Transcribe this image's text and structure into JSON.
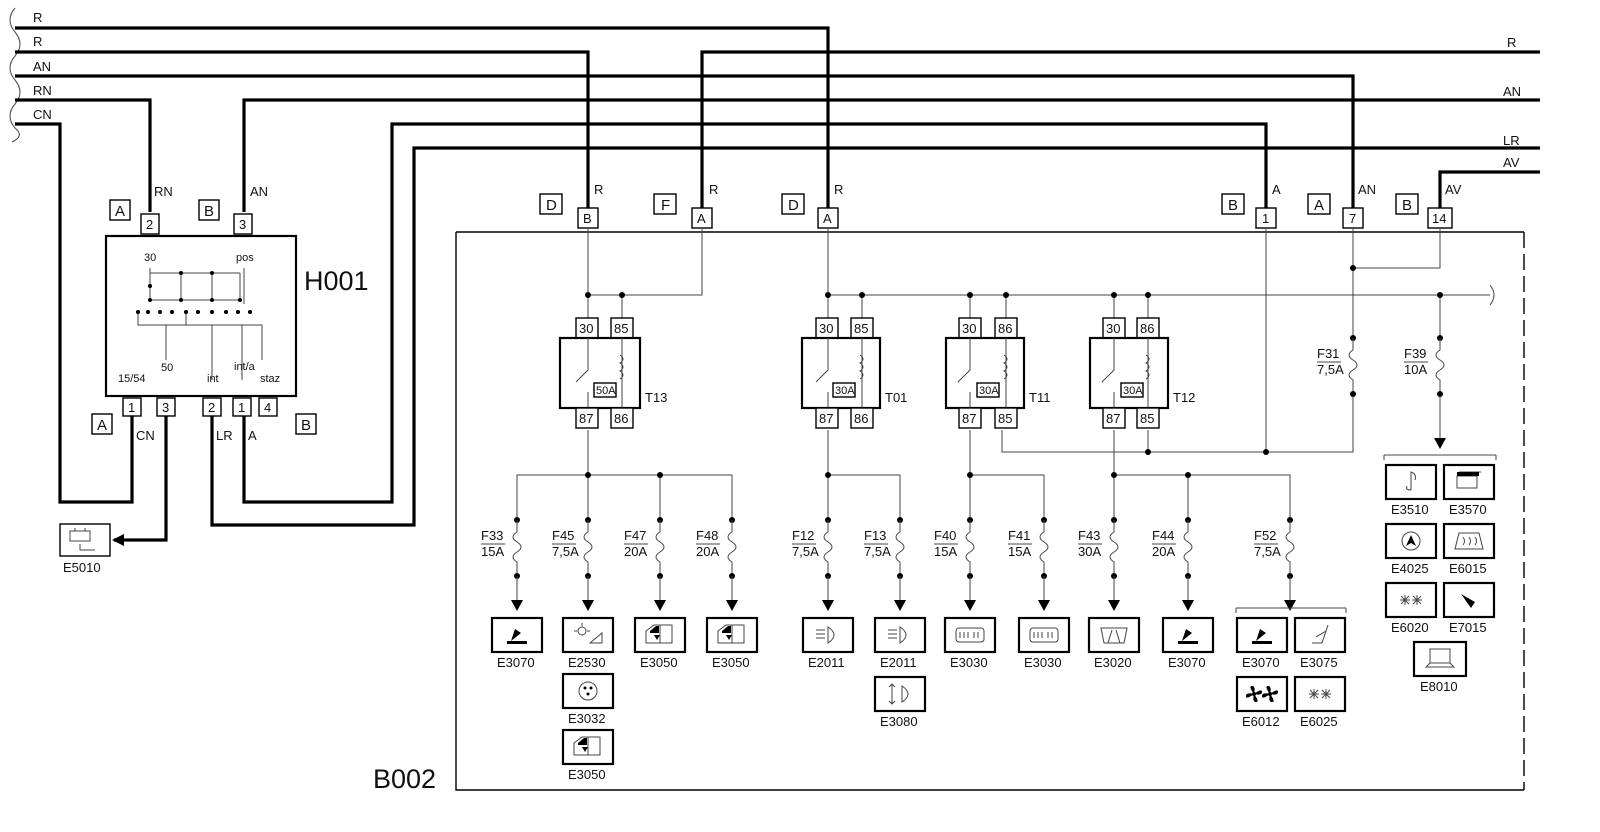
{
  "wires_left": [
    "R",
    "R",
    "AN",
    "RN",
    "CN"
  ],
  "wires_right": [
    "R",
    "AN",
    "LR",
    "AV"
  ],
  "switch": {
    "id": "H001",
    "top_pins": [
      "2",
      "3"
    ],
    "top_wires": [
      "RN",
      "AN"
    ],
    "top_connectors": [
      "A",
      "B"
    ],
    "inner_labels": [
      "30",
      "pos",
      "15/54",
      "50",
      "int",
      "int/a",
      "staz"
    ],
    "bottom_pins": [
      "1",
      "3",
      "2",
      "1",
      "4"
    ],
    "bottom_wires": [
      "CN",
      "LR",
      "A"
    ],
    "bottom_connectors": [
      "A",
      "B"
    ]
  },
  "ground_component": "E5010",
  "box": {
    "id": "B002"
  },
  "connectors": [
    {
      "connector": "D",
      "pin": "B",
      "wire": "R"
    },
    {
      "connector": "F",
      "pin": "A",
      "wire": "R"
    },
    {
      "connector": "D",
      "pin": "A",
      "wire": "R"
    },
    {
      "connector": "B",
      "pin": "1",
      "wire": "A"
    },
    {
      "connector": "A",
      "pin": "7",
      "wire": "AN"
    },
    {
      "connector": "B",
      "pin": "14",
      "wire": "AV"
    }
  ],
  "relays": [
    {
      "id": "T13",
      "pins": [
        "30",
        "85",
        "87",
        "86"
      ],
      "rating": "50A"
    },
    {
      "id": "T01",
      "pins": [
        "30",
        "85",
        "87",
        "86"
      ],
      "rating": "30A"
    },
    {
      "id": "T11",
      "pins": [
        "30",
        "86",
        "87",
        "85"
      ],
      "rating": "30A"
    },
    {
      "id": "T12",
      "pins": [
        "30",
        "86",
        "87",
        "85"
      ],
      "rating": "30A"
    }
  ],
  "fuses": [
    {
      "id": "F33",
      "rating": "15A",
      "loads": [
        "E3070"
      ]
    },
    {
      "id": "F45",
      "rating": "7,5A",
      "loads": [
        "E2530",
        "E3032",
        "E3050"
      ]
    },
    {
      "id": "F47",
      "rating": "20A",
      "loads": [
        "E3050"
      ]
    },
    {
      "id": "F48",
      "rating": "20A",
      "loads": [
        "E3050"
      ]
    },
    {
      "id": "F12",
      "rating": "7,5A",
      "loads": [
        "E2011"
      ]
    },
    {
      "id": "F13",
      "rating": "7,5A",
      "loads": [
        "E2011",
        "E3080"
      ]
    },
    {
      "id": "F40",
      "rating": "15A",
      "loads": [
        "E3030"
      ]
    },
    {
      "id": "F41",
      "rating": "15A",
      "loads": [
        "E3030"
      ]
    },
    {
      "id": "F43",
      "rating": "30A",
      "loads": [
        "E3020"
      ]
    },
    {
      "id": "F44",
      "rating": "20A",
      "loads": [
        "E3070"
      ]
    },
    {
      "id": "F52",
      "rating": "7,5A",
      "loads": [
        "E3070",
        "E3075",
        "E6012",
        "E6025"
      ]
    },
    {
      "id": "F31",
      "rating": "7,5A",
      "loads": []
    },
    {
      "id": "F39",
      "rating": "10A",
      "loads": [
        "E3510",
        "E3570",
        "E4025",
        "E6015",
        "E6020",
        "E7015",
        "E8010"
      ]
    }
  ],
  "icons": {
    "E5010": "battery-icon",
    "E3070": "seat-heater-icon",
    "E2530": "interior-light-icon",
    "E3032": "socket-icon",
    "E3050": "power-window-icon",
    "E2011": "headlamp-icon",
    "E3080": "headlamp-leveling-icon",
    "E3030": "rear-defrost-icon",
    "E3020": "wiper-icon",
    "E3075": "seat-adjust-icon",
    "E6012": "fan-icon",
    "E6025": "climate-icon",
    "E3510": "audio-icon",
    "E3570": "cd-changer-icon",
    "E4025": "navigation-icon",
    "E6015": "defrost-icon",
    "E6020": "ac-icon",
    "E7015": "horn-icon",
    "E8010": "computer-icon"
  }
}
